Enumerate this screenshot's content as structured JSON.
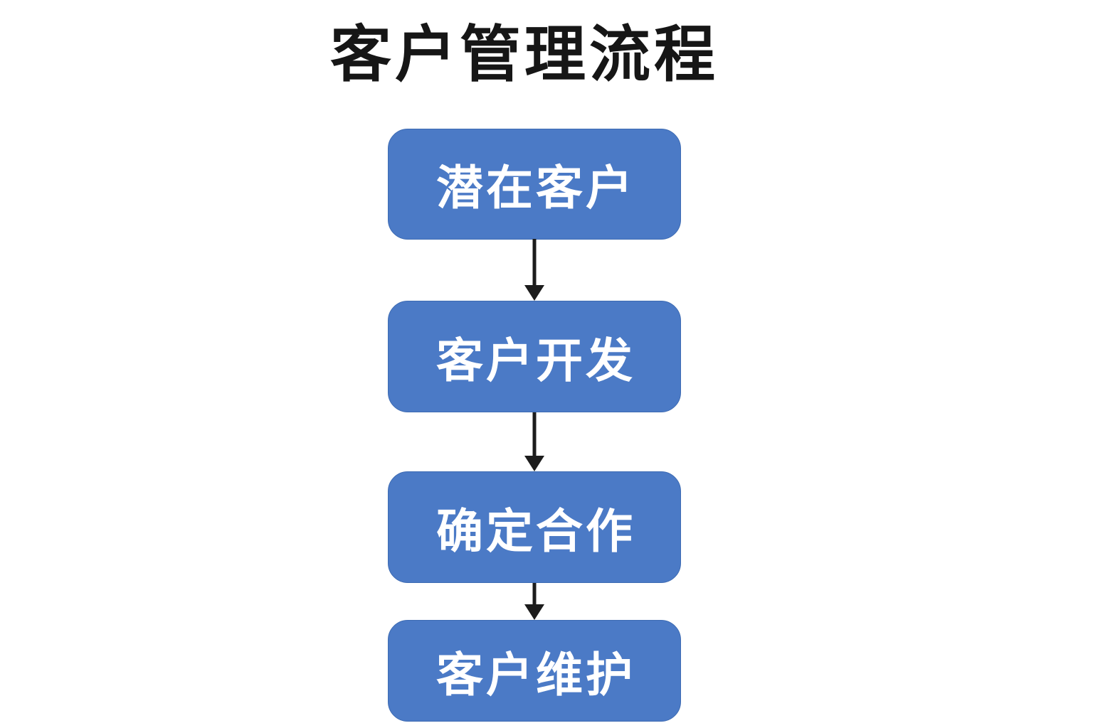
{
  "title": "客户管理流程",
  "flowchart": {
    "type": "vertical-flow",
    "steps": [
      {
        "label": "潜在客户"
      },
      {
        "label": "客户开发"
      },
      {
        "label": "确定合作"
      },
      {
        "label": "客户维护"
      }
    ],
    "connector": "down-arrow"
  },
  "colors": {
    "background": "#ffffff",
    "node_fill": "#4b7ac6",
    "node_border": "#3d6bb3",
    "node_text": "#ffffff",
    "arrow_color": "#1c1c1c",
    "title_color": "#161616"
  }
}
